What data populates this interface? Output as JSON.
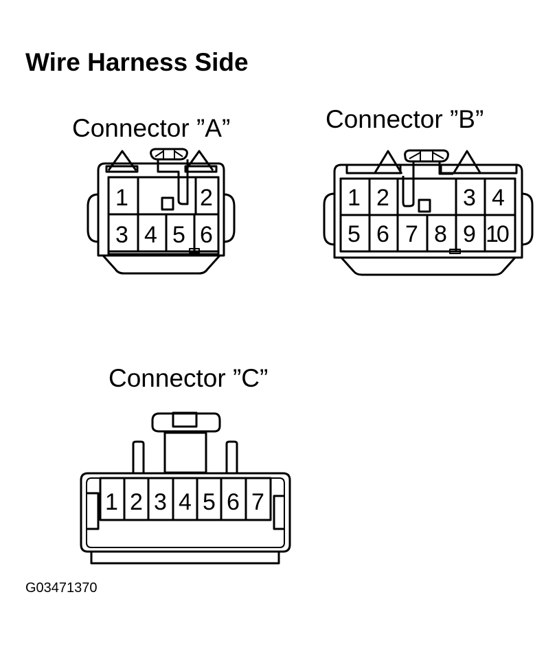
{
  "title": "Wire Harness Side",
  "connectors": {
    "a": {
      "label": "Connector ”A”",
      "pins": [
        "1",
        "2",
        "3",
        "4",
        "5",
        "6"
      ]
    },
    "b": {
      "label": "Connector ”B”",
      "pins": [
        "1",
        "2",
        "3",
        "4",
        "5",
        "6",
        "7",
        "8",
        "9",
        "10"
      ]
    },
    "c": {
      "label": "Connector ”C”",
      "pins": [
        "1",
        "2",
        "3",
        "4",
        "5",
        "6",
        "7"
      ]
    }
  },
  "figure_id": "G03471370",
  "colors": {
    "line": "#000000",
    "background": "#ffffff"
  }
}
